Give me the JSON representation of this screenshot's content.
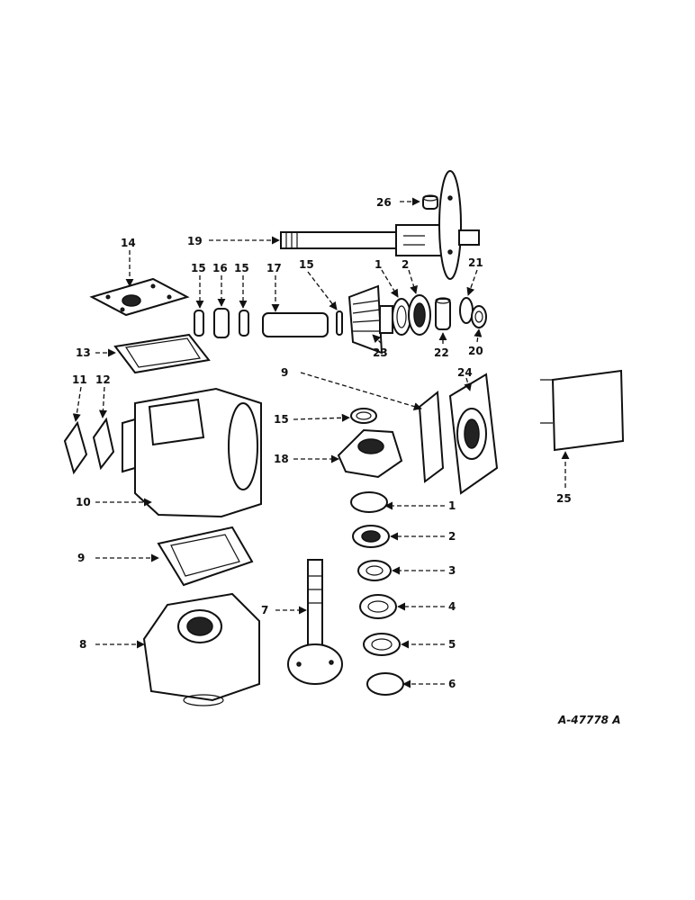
{
  "figure_ref": "A-47778 A",
  "callouts": {
    "c1a": "1",
    "c2a": "2",
    "c9a": "9",
    "c10": "10",
    "c11": "11",
    "c12": "12",
    "c13": "13",
    "c14": "14",
    "c15a": "15",
    "c16": "16",
    "c15b": "15",
    "c17": "17",
    "c15c": "15",
    "c15d": "15",
    "c18": "18",
    "c19": "19",
    "c20": "20",
    "c21": "21",
    "c22": "22",
    "c23": "23",
    "c24": "24",
    "c25": "25",
    "c26": "26",
    "c9b": "9",
    "c8": "8",
    "c7": "7",
    "c1b": "1",
    "c2b": "2",
    "c3": "3",
    "c4": "4",
    "c5": "5",
    "c6": "6"
  }
}
